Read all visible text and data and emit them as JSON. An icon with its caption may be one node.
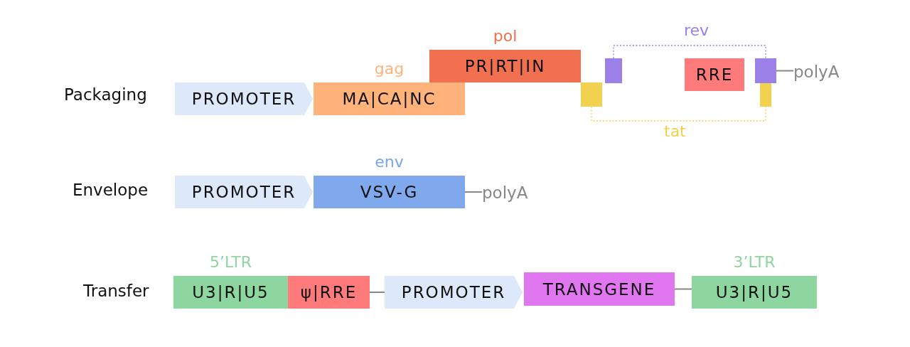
{
  "diagram": {
    "nodes": [
      {
        "text": [
          "PROMOTER"
        ]
      },
      {
        "text": [
          "gag",
          "MA|CA|NC"
        ]
      },
      {
        "text": [
          "pol",
          "PR|RT|IN"
        ]
      },
      {
        "text": [],
        "shape": "box"
      },
      {
        "text": [],
        "shape": "box"
      },
      {
        "text": [
          "RRE"
        ]
      },
      {
        "text": [],
        "shape": "box"
      },
      {
        "text": [],
        "shape": "box"
      },
      {
        "text": [
          "polyA"
        ]
      },
      {
        "text": [
          "PROMOTER"
        ]
      },
      {
        "text": [
          "env",
          "VSV-G"
        ]
      },
      {
        "text": [
          "polyA"
        ]
      },
      {
        "text": [
          "5’LTR",
          "U3|R|U5"
        ]
      },
      {
        "text": [
          "ψ|RRE"
        ]
      },
      {
        "text": [
          "PROMOTER"
        ]
      },
      {
        "text": [
          "TRANSGENE"
        ]
      },
      {
        "text": [
          "3’LTR",
          "U3|R|U5"
        ]
      }
    ],
    "edges": [
      {
        "from": 4,
        "to": 6,
        "arrow": "none",
        "label": "rev",
        "style": "dashed",
        "color": "#9b80e8"
      },
      {
        "from": 3,
        "to": 7,
        "arrow": "none",
        "label": "tat",
        "style": "dashed",
        "color": "#f2d14f"
      },
      {
        "from": 6,
        "to": 8,
        "arrow": "none"
      },
      {
        "from": 10,
        "to": 11,
        "arrow": "none"
      },
      {
        "from": 13,
        "to": 14,
        "arrow": "none"
      },
      {
        "from": 15,
        "to": 16,
        "arrow": "none"
      }
    ],
    "labels": [
      "Packaging",
      "Envelope",
      "Transfer"
    ]
  }
}
